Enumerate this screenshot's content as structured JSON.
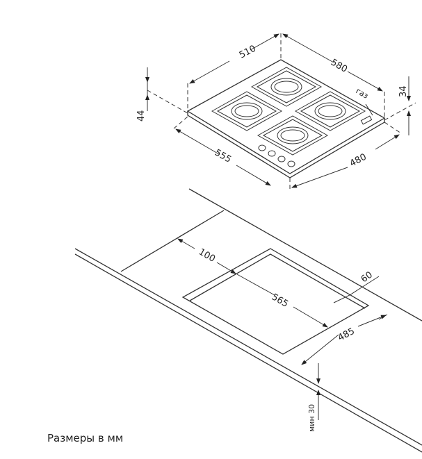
{
  "hob": {
    "dims": {
      "back_left": "510",
      "back_right": "580",
      "front_left": "555",
      "front_right": "480",
      "height_left": "44",
      "height_right": "34"
    },
    "gas_label": "газ"
  },
  "cutout": {
    "dims": {
      "offset_back": "100",
      "length": "565",
      "offset_right": "60",
      "depth": "485",
      "min_thickness": "мин 30"
    }
  },
  "caption": "Размеры в мм"
}
